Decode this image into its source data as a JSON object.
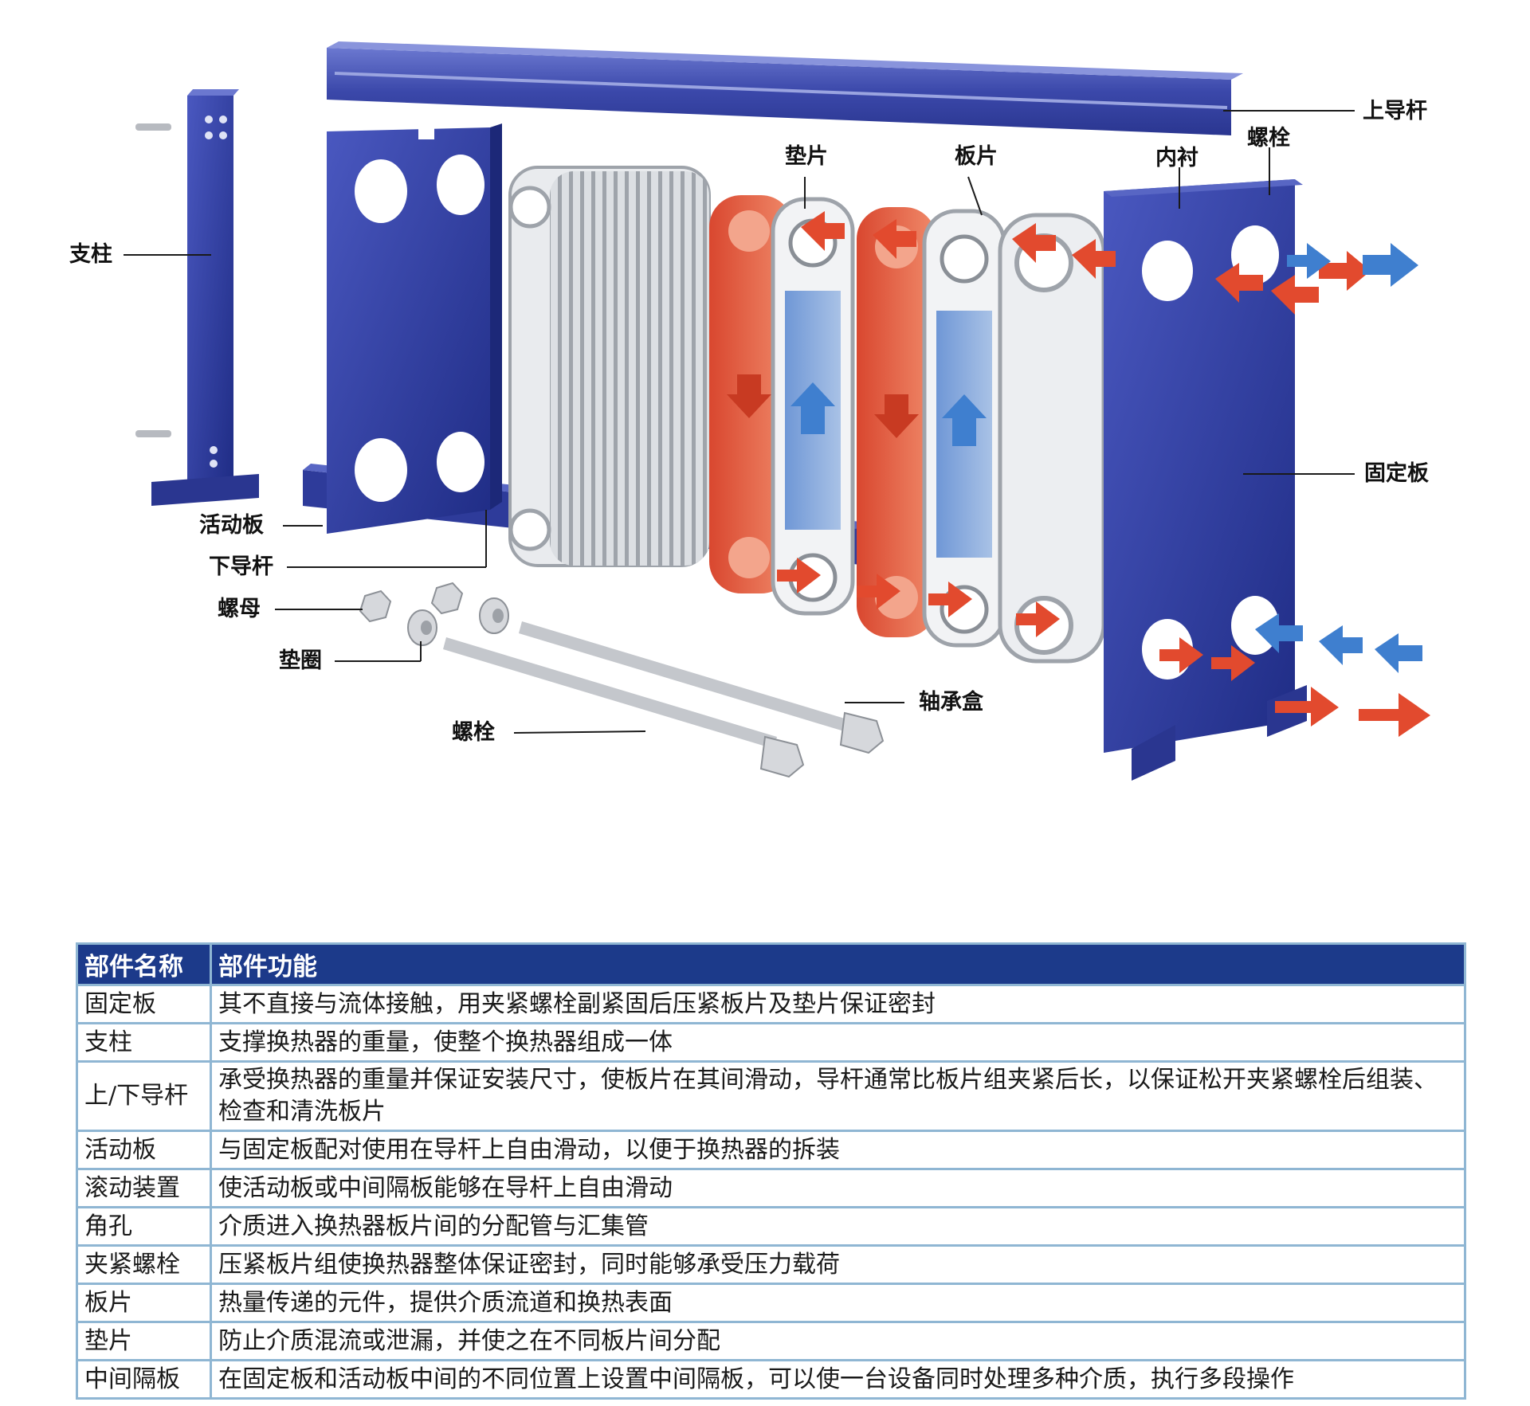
{
  "callouts": {
    "top_rail": "上导杆",
    "bolt_top": "螺栓",
    "liner": "内衬",
    "gasket": "垫片",
    "plate": "板片",
    "column": "支柱",
    "fixed_plate": "固定板",
    "movable_plate": "活动板",
    "bottom_rail": "下导杆",
    "nut": "螺母",
    "washer": "垫圈",
    "bearing_box": "轴承盒",
    "bolt_bottom": "螺栓"
  },
  "colors": {
    "frame_blue": "#2f3f9e",
    "hot_red": "#e24a2e",
    "cold_blue": "#3f7fcf",
    "table_header": "#1c3a8a",
    "table_border": "#8fb6d3"
  },
  "table": {
    "headers": [
      "部件名称",
      "部件功能"
    ],
    "rows": [
      {
        "name": "固定板",
        "func": "其不直接与流体接触，用夹紧螺栓副紧固后压紧板片及垫片保证密封"
      },
      {
        "name": "支柱",
        "func": "支撑换热器的重量，使整个换热器组成一体"
      },
      {
        "name": "上/下导杆",
        "func": "承受换热器的重量并保证安装尺寸，使板片在其间滑动，导杆通常比板片组夹紧后长，以保证松开夹紧螺栓后组装、检查和清洗板片"
      },
      {
        "name": "活动板",
        "func": "与固定板配对使用在导杆上自由滑动，以便于换热器的拆装"
      },
      {
        "name": "滚动装置",
        "func": "使活动板或中间隔板能够在导杆上自由滑动"
      },
      {
        "name": "角孔",
        "func": "介质进入换热器板片间的分配管与汇集管"
      },
      {
        "name": "夹紧螺栓",
        "func": "压紧板片组使换热器整体保证密封，同时能够承受压力载荷"
      },
      {
        "name": "板片",
        "func": "热量传递的元件，提供介质流道和换热表面"
      },
      {
        "name": "垫片",
        "func": "防止介质混流或泄漏，并使之在不同板片间分配"
      },
      {
        "name": "中间隔板",
        "func": "在固定板和活动板中间的不同位置上设置中间隔板，可以使一台设备同时处理多种介质，执行多段操作"
      }
    ]
  }
}
